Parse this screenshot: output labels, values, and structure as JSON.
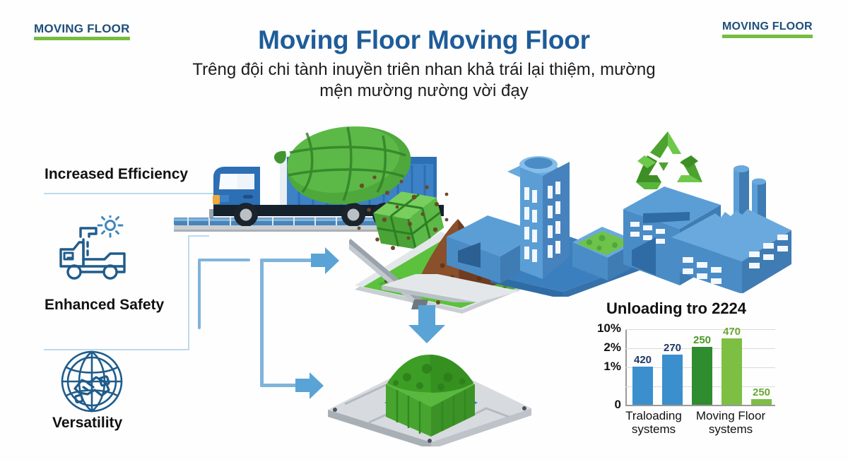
{
  "brand": {
    "logo_left": "MOVING FLOOR",
    "logo_right": "MOVING FLOOR",
    "accent_blue": "#1f4e79",
    "accent_green": "#76bc43"
  },
  "header": {
    "title": "Moving Floor Moving Floor",
    "subtitle_line1": "Trêng đội chi tành inuyền triên nhan khả trái lại thiệm, mường",
    "subtitle_line2": "mện mường nường vời đạy",
    "title_color": "#1f5c99"
  },
  "features": [
    {
      "label": "Increased Efficiency",
      "icon": "conveyor-line-icon"
    },
    {
      "label": "Enhanced Safety",
      "icon": "dump-truck-outline-icon"
    },
    {
      "label": "Versatility",
      "icon": "globe-handshake-icon"
    }
  ],
  "illustration": {
    "truck": "blue-dump-truck-icon",
    "bale": "green-waste-bale-icon",
    "dirt_pile": "brown-dirt-pile-icon",
    "factory": "blue-factory-icon",
    "recycling_plant": "recycling-plant-icon",
    "recycle_symbol": "recycle-arrows-icon",
    "pallet": "grey-pallet-icon",
    "green_crate": "green-crate-icon",
    "down_arrow": "down-arrow-icon",
    "flow_arrow_1": "flow-arrow-right-icon",
    "flow_arrow_2": "flow-arrow-right-icon"
  },
  "chart_data": {
    "type": "bar",
    "title": "Unloading tro 2224",
    "xlabel": "",
    "ylabel": "",
    "grid": true,
    "legend": "none",
    "categories": [
      "Traloading systems",
      "Moving Floor systems"
    ],
    "category_lines": [
      [
        "Traloading",
        "systems"
      ],
      [
        "Moving Floor",
        "systems"
      ]
    ],
    "ytick_labels": [
      "10%",
      "2%",
      "1%",
      "0"
    ],
    "ytick_positions": [
      1.0,
      0.75,
      0.5,
      0.0
    ],
    "bars": [
      {
        "label": "420",
        "value": 420,
        "height_frac": 0.5,
        "color": "#3a8fcc",
        "label_color": "#1f3864"
      },
      {
        "label": "270",
        "value": 270,
        "height_frac": 0.655,
        "color": "#3a8fcc",
        "label_color": "#1f3864"
      },
      {
        "label": "250",
        "value": 250,
        "height_frac": 0.76,
        "color": "#2f8c2f",
        "label_color": "#4a9a28"
      },
      {
        "label": "470",
        "value": 470,
        "height_frac": 0.875,
        "color": "#7cbf43",
        "label_color": "#6aa832"
      },
      {
        "label": "250",
        "value": 250,
        "height_frac": 0.075,
        "color": "#7cbf43",
        "label_color": "#6aa832"
      }
    ],
    "ylim": [
      0,
      1
    ]
  }
}
